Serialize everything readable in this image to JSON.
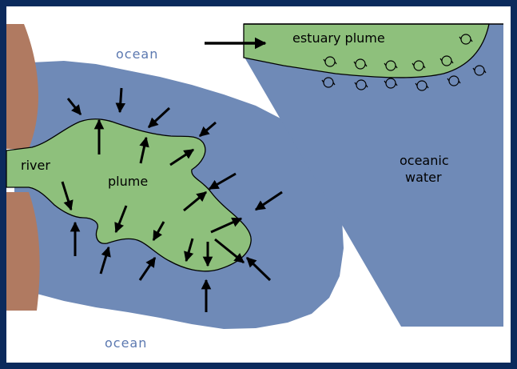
{
  "labels": {
    "ocean_top": "ocean",
    "ocean_bottom": "ocean",
    "river": "river",
    "plume": "plume",
    "estuary_plume": "estuary plume",
    "oceanic_water_line1": "oceanic",
    "oceanic_water_line2": "water"
  },
  "colors": {
    "frame": "#0b2a5c",
    "background": "#ffffff",
    "ocean_water": "#6f8ab7",
    "plume": "#8ec07c",
    "land": "#b07a61",
    "arrow": "#000000",
    "ocean_label": "#5b78b0"
  }
}
